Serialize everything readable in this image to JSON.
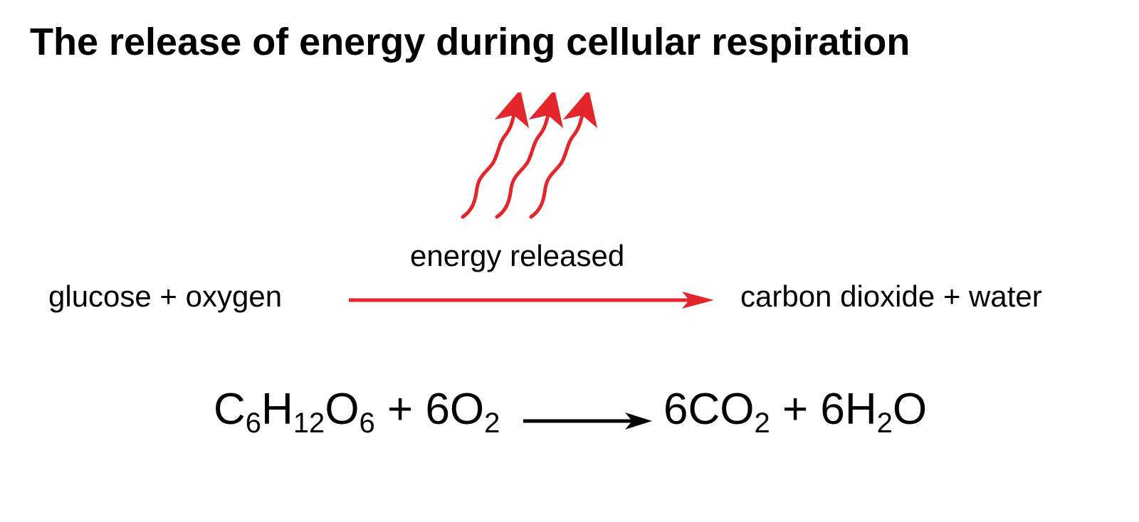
{
  "title": "The release of energy during cellular respiration",
  "energy": {
    "label": "energy released",
    "wave_count": 3,
    "color": "#e3262b"
  },
  "word_equation": {
    "reactants": "glucose + oxygen",
    "products": "carbon dioxide + water",
    "arrow_color": "#e3262b"
  },
  "chemical_equation": {
    "reactants": [
      {
        "base": "C",
        "sub": "6"
      },
      {
        "base": "H",
        "sub": "12"
      },
      {
        "base": "O",
        "sub": "6"
      },
      {
        "base": " + 6O",
        "sub": "2"
      }
    ],
    "products": [
      {
        "base": "6CO",
        "sub": "2"
      },
      {
        "base": " + 6H",
        "sub": "2"
      },
      {
        "base": "O",
        "sub": ""
      }
    ],
    "arrow_color": "#000000"
  }
}
